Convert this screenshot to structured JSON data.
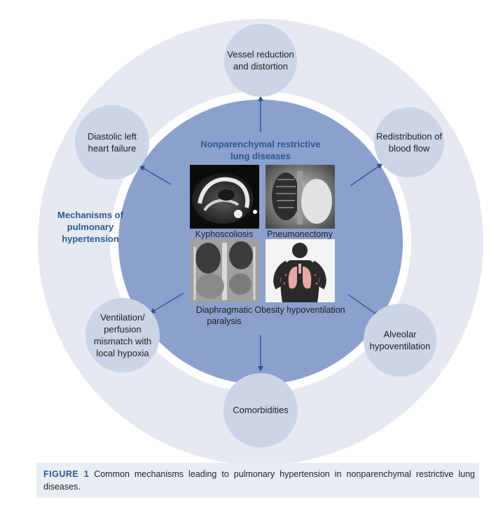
{
  "center_title": "Nonparenchymal restrictive lung diseases",
  "side_title": "Mechanisms of pulmonary hypertension",
  "mechanisms": [
    {
      "label": "Vessel reduction and distortion"
    },
    {
      "label": "Redistribution of blood flow"
    },
    {
      "label": "Alveolar hypoventilation"
    },
    {
      "label": "Comorbidities"
    },
    {
      "label": "Ventilation/ perfusion mismatch with local hypoxia"
    },
    {
      "label": "Diastolic left heart failure"
    }
  ],
  "conditions": [
    {
      "label": "Kyphoscoliosis",
      "image": "ct-scan-image"
    },
    {
      "label": "Pneumonectomy",
      "image": "chest-xray-image"
    },
    {
      "label": "Diaphragmatic paralysis",
      "image": "ct-coronal-image"
    },
    {
      "label": "Obesity hypoventilation",
      "image": "obesity-lungs-icon"
    }
  ],
  "caption": {
    "figure_label": "FIGURE 1",
    "text": "Common mechanisms leading to pulmonary hypertension in nonparenchymal restrictive lung diseases."
  },
  "colors": {
    "outer_ring": "#e6e9f2",
    "satellite": "#ccd4e8",
    "inner_disc": "#8ba0cd",
    "title_blue": "#2c5792",
    "arrow": "#2c4f86"
  }
}
